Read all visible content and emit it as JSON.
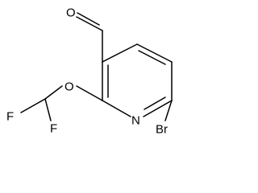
{
  "molecule": {
    "atoms": {
      "aldehyde_oxygen": "O",
      "ether_oxygen": "O",
      "ring_nitrogen": "N",
      "bromine": "Br",
      "fluorine_top": "F",
      "fluorine_bottom": "F"
    }
  }
}
